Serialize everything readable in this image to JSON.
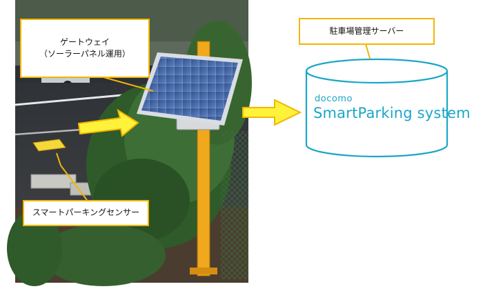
{
  "gateway": {
    "line1": "ゲートウェイ",
    "line2": "（ソーラーパネル運用）"
  },
  "server": {
    "label": "駐車場管理サーバー"
  },
  "sensor": {
    "label": "スマートパーキングセンサー"
  },
  "system": {
    "brand_small": "docomo",
    "brand_main": "SmartParking system"
  },
  "colors": {
    "callout_border": "#f2b600",
    "arrow_fill": "#fff23a",
    "arrow_stroke": "#f2b600",
    "cylinder_stroke": "#1aa6c7",
    "panel_frame": "#d9dde3",
    "post": "#f0a81c"
  },
  "icons": {
    "photo": "parking-lot-photo",
    "server": "database-cylinder"
  }
}
